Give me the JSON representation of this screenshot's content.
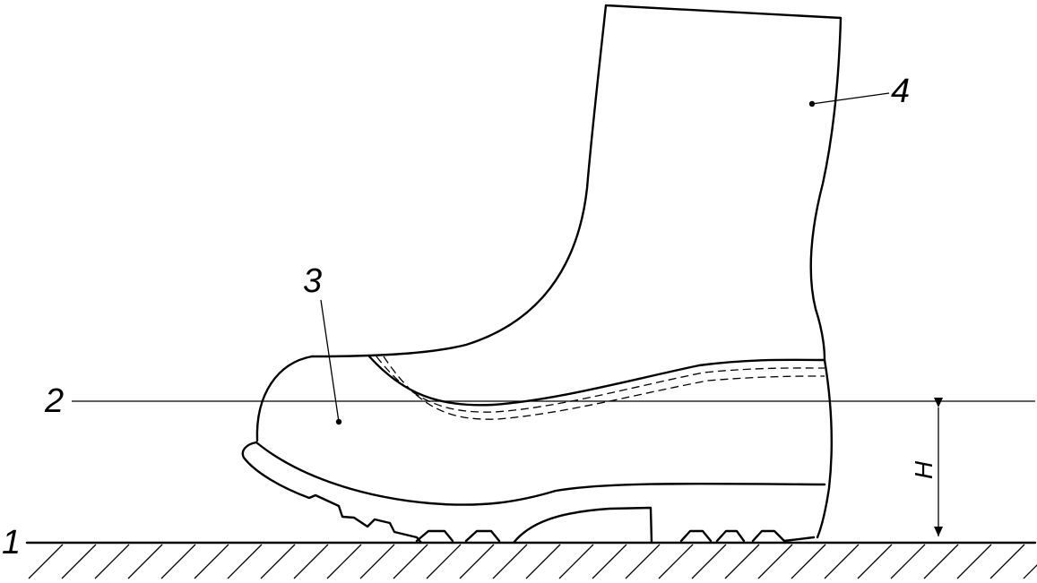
{
  "labels": {
    "ground": "1",
    "level_line": "2",
    "boot_lower": "3",
    "boot_upper": "4",
    "height": "H"
  },
  "colors": {
    "line": "#000000",
    "background": "#ffffff"
  }
}
